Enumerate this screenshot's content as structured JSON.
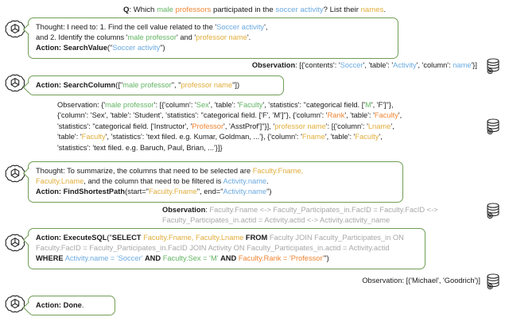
{
  "question": {
    "label": "Q",
    "segments": [
      {
        "t": "Q",
        "c": "bold"
      },
      {
        "t": ": Which ",
        "c": "plain"
      },
      {
        "t": "male",
        "c": "green"
      },
      {
        "t": " ",
        "c": "plain"
      },
      {
        "t": "professors",
        "c": "orange"
      },
      {
        "t": " participated in the ",
        "c": "plain"
      },
      {
        "t": "soccer activity",
        "c": "blue"
      },
      {
        "t": "? List their ",
        "c": "plain"
      },
      {
        "t": "names",
        "c": "gold"
      },
      {
        "t": ".",
        "c": "plain"
      }
    ],
    "plain_text": "Q: Which male professors participated in the soccer activity? List their names."
  },
  "colors": {
    "bubble_border": "#6f9e55",
    "green": "#62b463",
    "orange": "#ef8533",
    "blue": "#6aa9e0",
    "gold": "#e0ad3a",
    "gray": "#a8a8a8",
    "text": "#1a1a1a",
    "background": "#ffffff"
  },
  "icons": {
    "agent": "openai-logo-icon",
    "database": "database-icon"
  },
  "steps": [
    {
      "id": "step-1",
      "type": "agent-message",
      "name": "thought-search-value",
      "lines": [
        [
          {
            "t": "Thought: I need to: 1. Find the cell value related to the ",
            "c": "plain"
          },
          {
            "t": "'",
            "c": "plain"
          },
          {
            "t": "Soccer activity",
            "c": "blue"
          },
          {
            "t": "',",
            "c": "plain"
          }
        ],
        [
          {
            "t": "and 2. Identify the columns '",
            "c": "plain"
          },
          {
            "t": "male professor",
            "c": "green"
          },
          {
            "t": "' and '",
            "c": "plain"
          },
          {
            "t": "professor name",
            "c": "gold"
          },
          {
            "t": "'.",
            "c": "plain"
          }
        ],
        [
          {
            "t": "Action: SearchValue",
            "c": "bold"
          },
          {
            "t": "(\"",
            "c": "plain"
          },
          {
            "t": "Soccer activity",
            "c": "blue"
          },
          {
            "t": "\")",
            "c": "plain"
          }
        ]
      ],
      "plain_text": "Thought: I need to: 1. Find the cell value related to the 'Soccer activity', and 2. Identify the columns 'male professor' and 'professor name'. Action: SearchValue(\"Soccer activity\")"
    },
    {
      "id": "obs-1",
      "type": "observation",
      "name": "observation-search-value",
      "lines": [
        [
          {
            "t": "Observation",
            "c": "bold"
          },
          {
            "t": ": [{'contents': '",
            "c": "plain"
          },
          {
            "t": "Soccer",
            "c": "blue"
          },
          {
            "t": "', 'table': '",
            "c": "plain"
          },
          {
            "t": "Activity",
            "c": "blue"
          },
          {
            "t": "', 'column': ",
            "c": "plain"
          },
          {
            "t": "name",
            "c": "blue"
          },
          {
            "t": "'}]",
            "c": "plain"
          }
        ]
      ],
      "plain_text": "Observation: [{'contents': 'Soccer', 'table': 'Activity', 'column': name'}]"
    },
    {
      "id": "step-2",
      "type": "agent-message",
      "name": "action-search-column",
      "lines": [
        [
          {
            "t": "Action: SearchColumn",
            "c": "bold"
          },
          {
            "t": "([\"",
            "c": "plain"
          },
          {
            "t": "male professor",
            "c": "green"
          },
          {
            "t": "\", \"",
            "c": "plain"
          },
          {
            "t": "professor name",
            "c": "gold"
          },
          {
            "t": "\"])",
            "c": "plain"
          }
        ]
      ],
      "plain_text": "Action: SearchColumn([\"male professor\", \"professor name\"])"
    },
    {
      "id": "obs-2",
      "type": "observation",
      "name": "observation-search-column",
      "lines": [
        [
          {
            "t": "Observation: {'",
            "c": "plain"
          },
          {
            "t": "male professor",
            "c": "green"
          },
          {
            "t": "': [{'column': '",
            "c": "plain"
          },
          {
            "t": "Sex",
            "c": "green"
          },
          {
            "t": "', 'table': '",
            "c": "plain"
          },
          {
            "t": "Faculty",
            "c": "green"
          },
          {
            "t": "', 'statistics': \"categorical field. ['",
            "c": "plain"
          },
          {
            "t": "M",
            "c": "green"
          },
          {
            "t": "', 'F']\"},",
            "c": "plain"
          }
        ],
        [
          {
            "t": "{'column': 'Sex', 'table': 'Student', 'statistics': \"categorical field. ['F', 'M']\"}, {'column': '",
            "c": "plain"
          },
          {
            "t": "Rank",
            "c": "orange"
          },
          {
            "t": "', 'table': '",
            "c": "plain"
          },
          {
            "t": "Faculty",
            "c": "orange"
          },
          {
            "t": "',",
            "c": "plain"
          }
        ],
        [
          {
            "t": "'statistics': \"categorical field. ['Instructor', '",
            "c": "plain"
          },
          {
            "t": "Professor",
            "c": "orange"
          },
          {
            "t": "', 'AsstProf']\"}], '",
            "c": "plain"
          },
          {
            "t": "professor name",
            "c": "gold"
          },
          {
            "t": "': [{'column': '",
            "c": "plain"
          },
          {
            "t": "Lname",
            "c": "gold"
          },
          {
            "t": "',",
            "c": "plain"
          }
        ],
        [
          {
            "t": "'table': '",
            "c": "plain"
          },
          {
            "t": "Faculty",
            "c": "gold"
          },
          {
            "t": "', 'statistics': 'text filed. e.g. Kumar, Goldman, ...'}, {'column': '",
            "c": "plain"
          },
          {
            "t": "Fname",
            "c": "gold"
          },
          {
            "t": "', 'table': '",
            "c": "plain"
          },
          {
            "t": "Faculty",
            "c": "gold"
          },
          {
            "t": "',",
            "c": "plain"
          }
        ],
        [
          {
            "t": "'statistics': 'text filed. e.g. Baruch, Paul, Brian, ...'}]}",
            "c": "plain"
          }
        ]
      ],
      "plain_text": "Observation: {'male professor': [{'column': 'Sex', 'table': 'Faculty', 'statistics': \"categorical field. ['M', 'F']\"}, {'column': 'Sex', 'table': 'Student', 'statistics': \"categorical field. ['F', 'M']\"}, {'column': 'Rank', 'table': 'Faculty', 'statistics': \"categorical field. ['Instructor', 'Professor', 'AsstProf']\"}], 'professor name': [{'column': 'Lname', 'table': 'Faculty', 'statistics': 'text filed. e.g. Kumar, Goldman, ...'}, {'column': 'Fname', 'table': 'Faculty', 'statistics': 'text filed. e.g. Baruch, Paul, Brian, ...'}]}"
    },
    {
      "id": "step-3",
      "type": "agent-message",
      "name": "thought-find-shortest-path",
      "lines": [
        [
          {
            "t": "Thought: To summarize, the columns that need to be selected are ",
            "c": "plain"
          },
          {
            "t": "Faculty.Fname,",
            "c": "gold"
          }
        ],
        [
          {
            "t": "Faculty.Lname",
            "c": "gold"
          },
          {
            "t": ", and the column that need to be filtered is ",
            "c": "plain"
          },
          {
            "t": "Activity.name",
            "c": "blue"
          },
          {
            "t": ".",
            "c": "plain"
          }
        ],
        [
          {
            "t": "Action: FindShortestPath",
            "c": "bold"
          },
          {
            "t": "(start=\"",
            "c": "plain"
          },
          {
            "t": "Faculty.Fname",
            "c": "gold"
          },
          {
            "t": "\", end=\"",
            "c": "plain"
          },
          {
            "t": "Activity.name",
            "c": "blue"
          },
          {
            "t": "\")",
            "c": "plain"
          }
        ]
      ],
      "plain_text": "Thought: To summarize, the columns that need to be selected are Faculty.Fname, Faculty.Lname, and the column that need to be filtered is Activity.name. Action: FindShortestPath(start=\"Faculty.Fname\", end=\"Activity.name\")"
    },
    {
      "id": "obs-3",
      "type": "observation",
      "name": "observation-shortest-path",
      "lines": [
        [
          {
            "t": "Observation",
            "c": "bold"
          },
          {
            "t": ": ",
            "c": "plain"
          },
          {
            "t": "Faculty.Fname <-> Faculty_Participates_in.FacID = Faculty.FacID <->",
            "c": "gray"
          }
        ],
        [
          {
            "t": "Faculty_Participates_in.actid = Activity.actid <-> Activity.activity_name",
            "c": "gray"
          }
        ]
      ],
      "plain_text": "Observation: Faculty.Fname <-> Faculty_Participates_in.FacID = Faculty.FacID <-> Faculty_Participates_in.actid = Activity.actid <-> Activity.activity_name"
    },
    {
      "id": "step-4",
      "type": "agent-message",
      "name": "action-execute-sql",
      "lines": [
        [
          {
            "t": "Action: ExecuteSQL",
            "c": "bold"
          },
          {
            "t": "(\"",
            "c": "plain"
          },
          {
            "t": "SELECT",
            "c": "bold"
          },
          {
            "t": " ",
            "c": "plain"
          },
          {
            "t": "Faculty.Fname, Faculty.Lname",
            "c": "gold"
          },
          {
            "t": " ",
            "c": "plain"
          },
          {
            "t": "FROM",
            "c": "bold"
          },
          {
            "t": " ",
            "c": "plain"
          },
          {
            "t": "Faculty JOIN Faculty_Participates_in ON",
            "c": "gray"
          }
        ],
        [
          {
            "t": "Faculty.FacID = Faculty_Participates_in.FacID JOIN Activity ON Faculty_Participates_in.actid = Activity.actid",
            "c": "gray"
          }
        ],
        [
          {
            "t": "WHERE",
            "c": "bold"
          },
          {
            "t": " ",
            "c": "plain"
          },
          {
            "t": "Activity.name = 'Soccer'",
            "c": "blue"
          },
          {
            "t": " ",
            "c": "plain"
          },
          {
            "t": "AND",
            "c": "bold"
          },
          {
            "t": " ",
            "c": "plain"
          },
          {
            "t": "Faculty.Sex = 'M'",
            "c": "green"
          },
          {
            "t": " ",
            "c": "plain"
          },
          {
            "t": "AND",
            "c": "bold"
          },
          {
            "t": " ",
            "c": "plain"
          },
          {
            "t": "Faculty.Rank = 'Professor'",
            "c": "orange"
          },
          {
            "t": "\")",
            "c": "plain"
          }
        ]
      ],
      "plain_text": "Action: ExecuteSQL(\"SELECT Faculty.Fname, Faculty.Lname FROM Faculty JOIN Faculty_Participates_in ON Faculty.FacID = Faculty_Participates_in.FacID JOIN Activity ON Faculty_Participates_in.actid = Activity.actid WHERE Activity.name = 'Soccer' AND Faculty.Sex = 'M' AND Faculty.Rank = 'Professor'\")"
    },
    {
      "id": "obs-4",
      "type": "observation",
      "name": "observation-sql-result",
      "lines": [
        [
          {
            "t": "Observation: [('Michael', 'Goodrich')]",
            "c": "plain"
          }
        ]
      ],
      "plain_text": "Observation: [('Michael', 'Goodrich')]"
    },
    {
      "id": "step-5",
      "type": "agent-message",
      "name": "action-done",
      "lines": [
        [
          {
            "t": "Action: Done",
            "c": "bold"
          },
          {
            "t": ".",
            "c": "plain"
          }
        ]
      ],
      "plain_text": "Action: Done."
    }
  ]
}
